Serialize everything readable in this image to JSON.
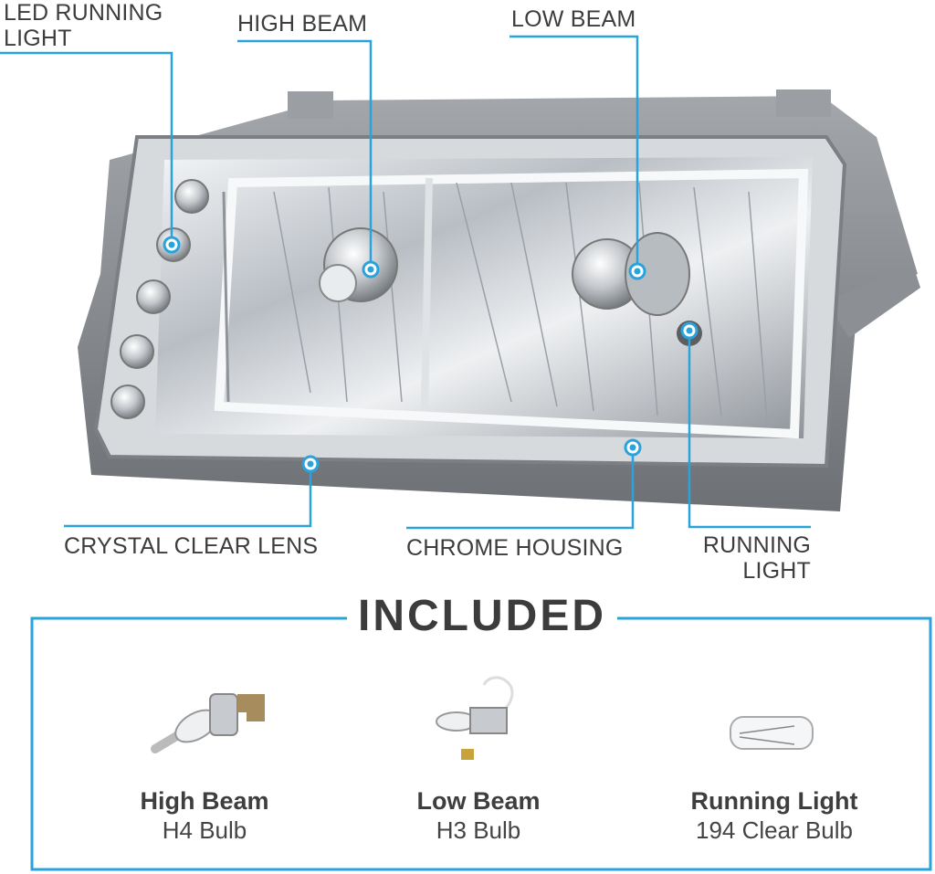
{
  "callouts": {
    "led_running_light": [
      "LED RUNNING",
      "LIGHT"
    ],
    "high_beam": "HIGH BEAM",
    "low_beam": "LOW BEAM",
    "crystal_clear_lens": "CRYSTAL CLEAR LENS",
    "chrome_housing": "CHROME HOUSING",
    "running_light": [
      "RUNNING",
      "LIGHT"
    ]
  },
  "included": {
    "title": "INCLUDED",
    "items": [
      {
        "name": "High Beam",
        "type": "H4 Bulb",
        "icon": "h4-bulb-icon"
      },
      {
        "name": "Low Beam",
        "type": "H3 Bulb",
        "icon": "h3-bulb-icon"
      },
      {
        "name": "Running Light",
        "type": "194 Clear Bulb",
        "icon": "194-bulb-icon"
      }
    ]
  },
  "colors": {
    "accent": "#2aa3dc",
    "text": "#3d3d3d",
    "chrome": "#c9ccd0",
    "housing": "#8a8d92"
  }
}
